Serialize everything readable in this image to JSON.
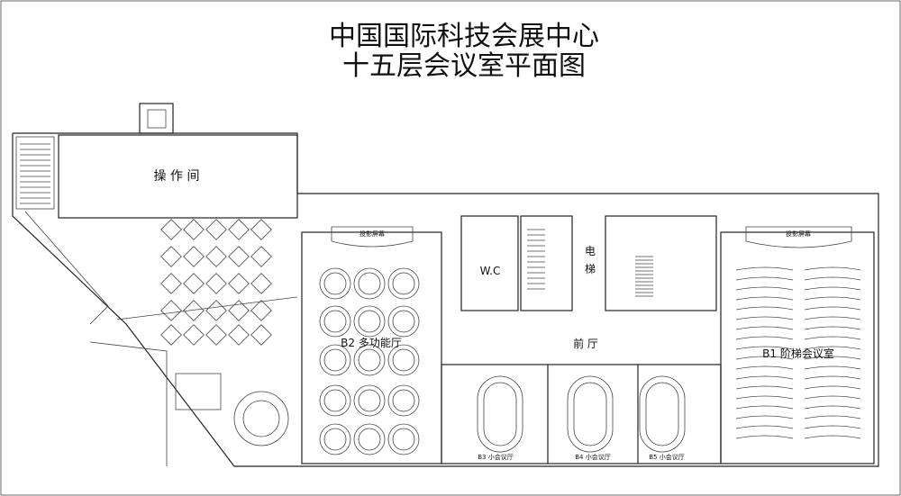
{
  "title": {
    "line1": "中国国际科技会展中心",
    "line2": "十五层会议室平面图"
  },
  "rooms": {
    "operation_room": "操 作 间",
    "projection_screen_b2": "投影屏幕",
    "projection_screen_b1": "投影屏幕",
    "wc": "W.C",
    "elevator_1": "电",
    "elevator_2": "梯",
    "lobby": "前 厅",
    "b2": "B2 多功能厅",
    "b1": "B1 阶梯会议室",
    "b3": "B3 小会议厅",
    "b4": "B4 小会议厅",
    "b5": "B5 小会议厅"
  }
}
